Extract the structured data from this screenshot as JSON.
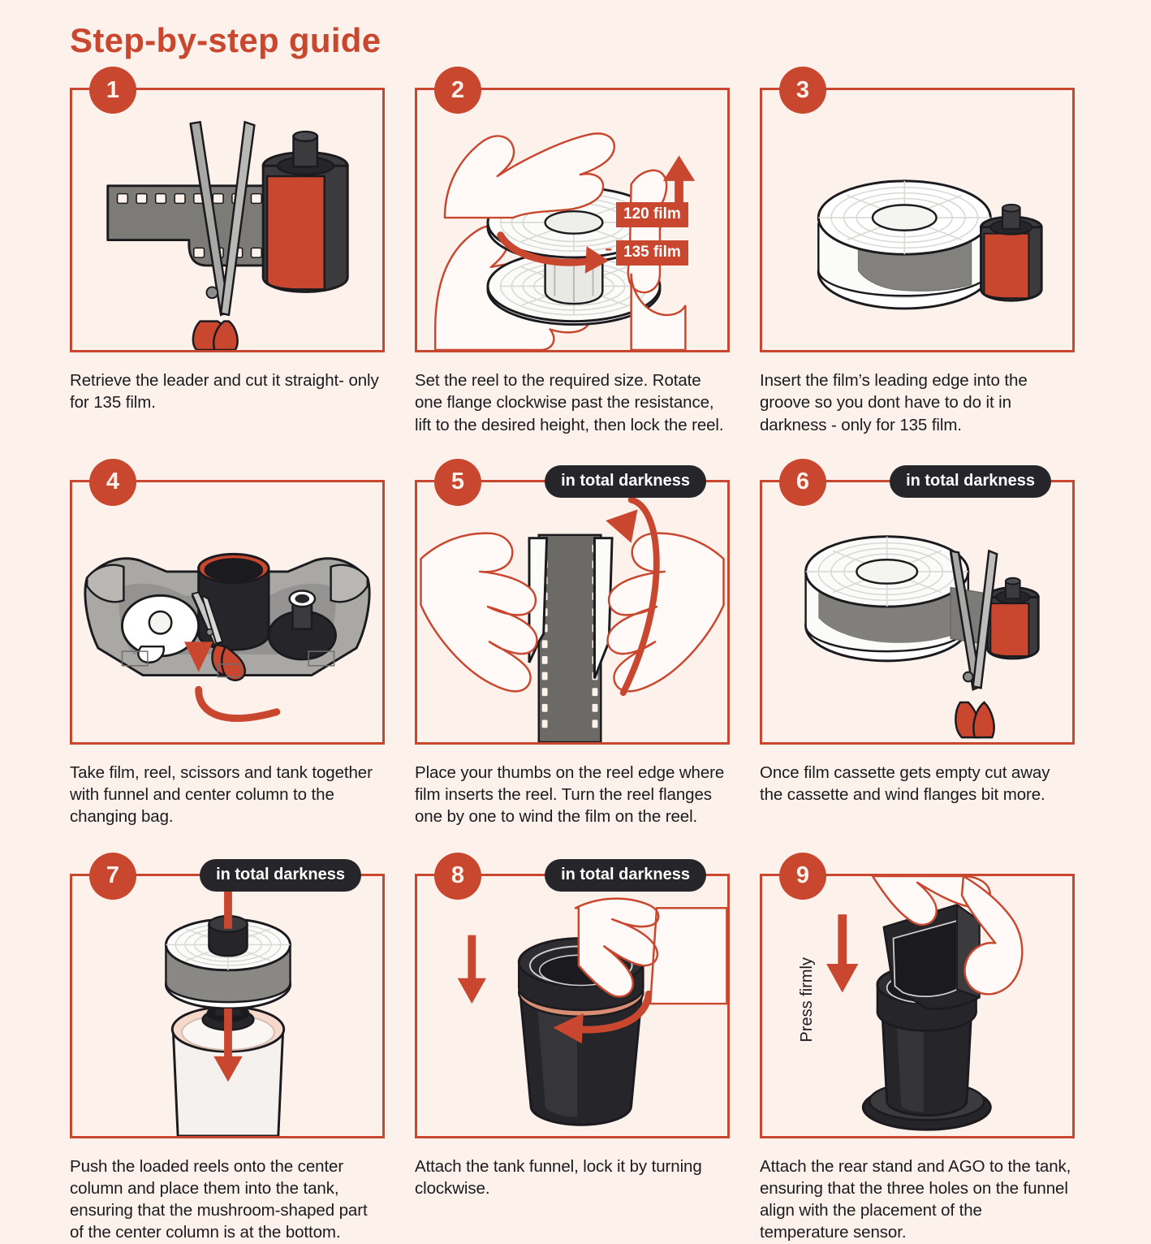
{
  "page": {
    "title": "Step-by-step guide",
    "background_color": "#fdf1ec",
    "accent_color": "#c8472e",
    "text_color": "#1b1b1f",
    "badge_dark_color": "#26262a"
  },
  "steps": [
    {
      "number": "1",
      "caption": "Retrieve the leader and cut it straight- only for 135 film.",
      "darkness_badge": null,
      "illustration": "scissors-cutting-135-film-leader-with-cassette"
    },
    {
      "number": "2",
      "caption": "Set the reel to the required size. Rotate one flange clockwise past the resistance, lift to the desired height, then lock the reel.",
      "darkness_badge": null,
      "illustration": "hands-adjusting-reel-height",
      "labels": [
        {
          "text": "120 film",
          "name": "label-120-film"
        },
        {
          "text": "135 film",
          "name": "label-135-film"
        }
      ]
    },
    {
      "number": "3",
      "caption": "Insert the film’s leading edge into the groove so you dont have to do it in darkness - only for 135 film.",
      "darkness_badge": null,
      "illustration": "reel-with-cassette-film-inserted-in-groove"
    },
    {
      "number": "4",
      "caption": "Take film, reel, scissors and tank together with funnel and center column to the changing bag.",
      "darkness_badge": null,
      "illustration": "changing-bag-with-tank-reel-scissors-center-column"
    },
    {
      "number": "5",
      "caption": "Place your thumbs on the reel edge where film inserts the reel. Turn the reel flanges one by one to wind the film on the reel.",
      "darkness_badge": "in total darkness",
      "illustration": "two-hands-winding-film-onto-reel"
    },
    {
      "number": "6",
      "caption": "Once film cassette gets empty cut away the cassette and wind flanges bit more.",
      "darkness_badge": "in total darkness",
      "illustration": "scissors-cutting-cassette-from-loaded-reel"
    },
    {
      "number": "7",
      "caption": "Push the loaded reels onto the center column and place them into the tank, ensuring that the mushroom-shaped part of the center column is at the bottom.",
      "darkness_badge": "in total darkness",
      "illustration": "loaded-reel-lowered-onto-center-column-into-tank"
    },
    {
      "number": "8",
      "caption": "Attach the tank funnel, lock it by turning clockwise.",
      "darkness_badge": "in total darkness",
      "illustration": "hand-locking-tank-funnel-clockwise"
    },
    {
      "number": "9",
      "caption": "Attach the rear stand and AGO to the tank, ensuring that the three holes on the funnel align with the placement of the temperature sensor.",
      "darkness_badge": null,
      "illustration": "hands-pressing-ago-rear-stand-onto-tank",
      "labels": [
        {
          "text": "Press firmly",
          "name": "label-press-firmly"
        }
      ]
    }
  ]
}
